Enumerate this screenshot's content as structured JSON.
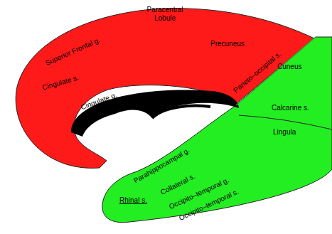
{
  "diagram": {
    "labels": [
      "Superior Frontal g.",
      "Paracentral Lobule",
      "Precuneus",
      "Cingulate s.",
      "Cingulate g.",
      "Parieto–occipital s.",
      "Cuneus",
      "Calcarine s.",
      "Lingula",
      "Parahippocampal g.",
      "Rhinal s.",
      "Collateral s.",
      "Occipito–temporal g.",
      "Occipito–temporal s."
    ]
  }
}
